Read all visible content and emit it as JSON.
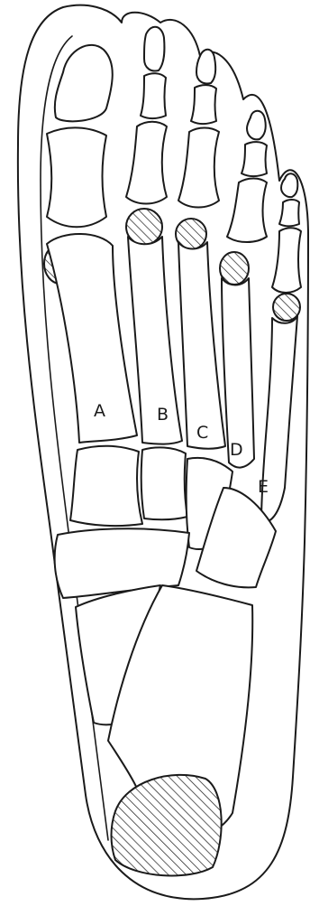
{
  "labels": {
    "a": "A",
    "b": "B",
    "c": "C",
    "d": "D",
    "e": "E"
  },
  "colors": {
    "ink": "#1a1a1a",
    "background": "#ffffff"
  }
}
